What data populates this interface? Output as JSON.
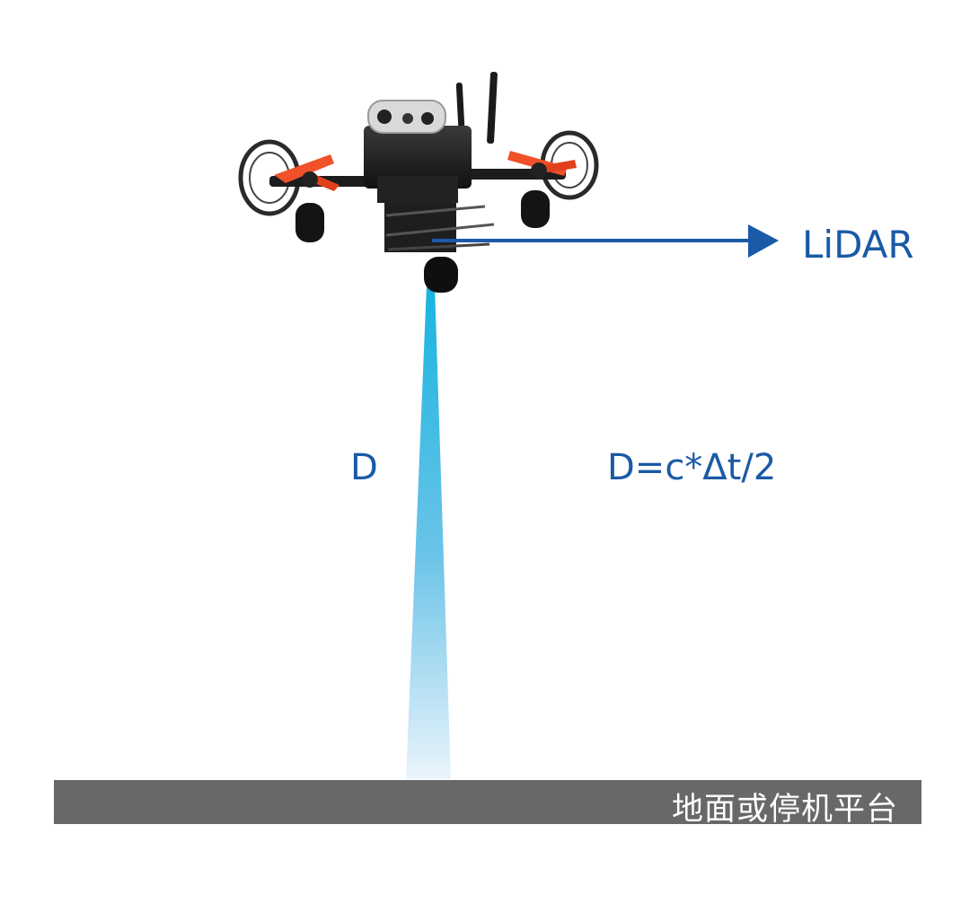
{
  "labels": {
    "lidar": "LiDAR",
    "distance": "D",
    "formula": "D=c*Δt/2",
    "ground": "地面或停机平台"
  },
  "icons": {
    "drone": "quadcopter-drone-icon",
    "arrow": "arrow-right-icon"
  },
  "colors": {
    "label_blue": "#1a5aa6",
    "arrow_blue": "#1a5aa6",
    "beam_top": "#18b4e0",
    "beam_bottom": "#e6f3fb",
    "ground": "#686868",
    "propeller": "#f0502a"
  }
}
